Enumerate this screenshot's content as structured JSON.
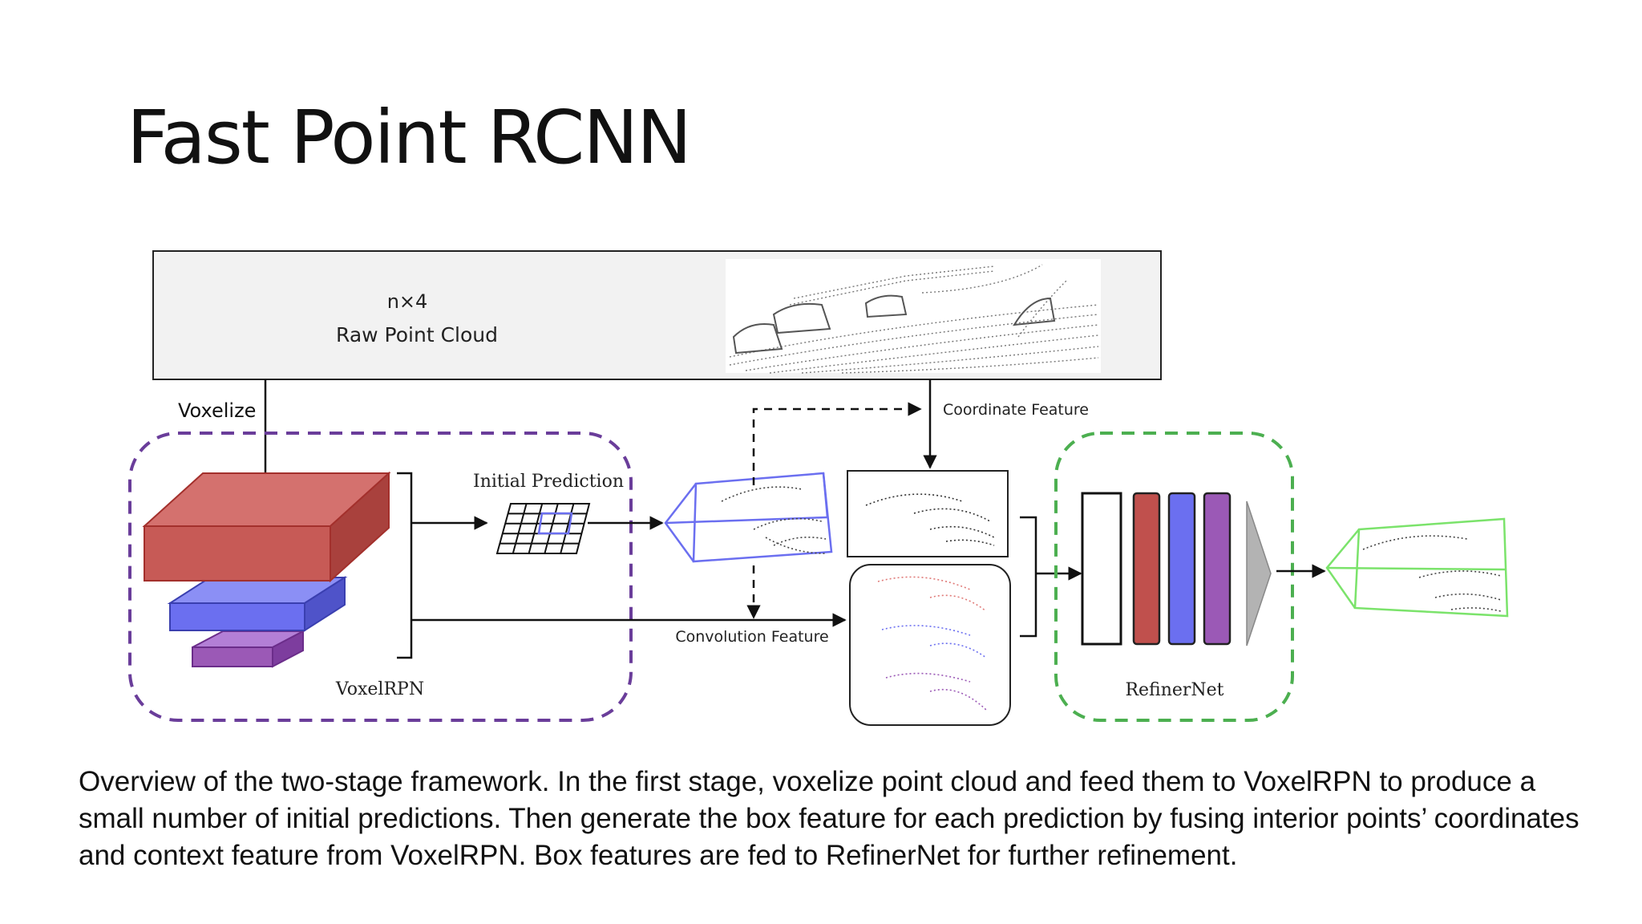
{
  "slide": {
    "title": "Fast Point RCNN",
    "caption": "Overview of the two-stage framework. In the first stage, voxelize point cloud and feed them to VoxelRPN to produce a small number of initial predictions. Then generate the box feature for each prediction by fusing interior points’ coordinates and context feature from VoxelRPN. Box features are fed to RefinerNet for further refinement."
  },
  "diagram": {
    "raw_point_cloud": {
      "dims": "n×4",
      "label": "Raw Point Cloud"
    },
    "voxelize_label": "Voxelize",
    "initial_prediction_label": "Initial Prediction",
    "voxelrpn_label": "VoxelRPN",
    "coordinate_feature_label": "Coordinate Feature",
    "convolution_feature_label": "Convolution Feature",
    "refinernet_label": "RefinerNet"
  },
  "colors": {
    "voxelrpn_border": "#6a3d9a",
    "refinernet_border": "#4caf50",
    "red_block": "#c0504d",
    "blue_block": "#6b6ff0",
    "purple_block": "#9b59b6",
    "pred_box": "#6b6ff0",
    "final_box": "#7be36b"
  }
}
